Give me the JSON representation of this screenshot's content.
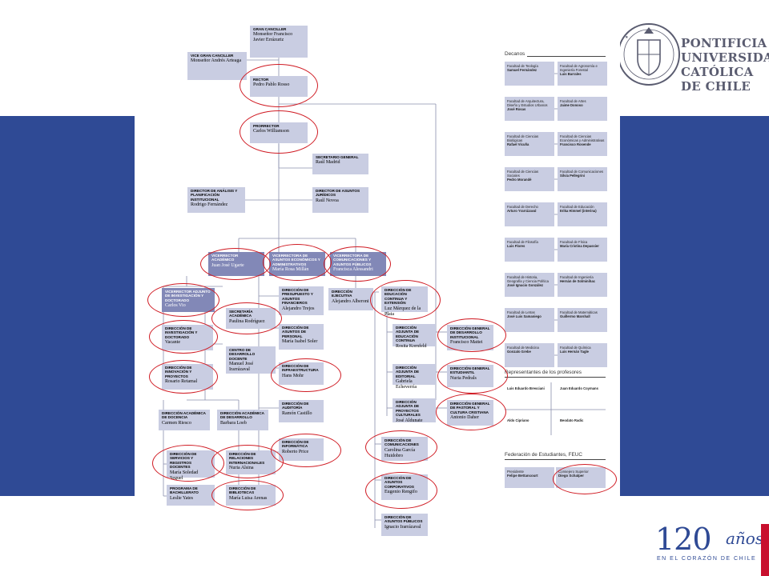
{
  "brand": {
    "line1": "PONTIFICIA",
    "line2": "UNIVERSIDAD",
    "line3": "CATÓLICA",
    "line4": "DE CHILE",
    "anniv_number": "120",
    "anniv_word": "años",
    "anniv_tagline": "EN EL CORAZÓN DE CHILE",
    "colors": {
      "band": "#2f4a95",
      "box": "#c9cde2",
      "dark_box": "#8288b7",
      "highlight": "#d01c24"
    }
  },
  "org": {
    "gran_canciller": {
      "title": "GRAN CANCILLER",
      "name": "Monseñor Francisco Javier Errázuriz"
    },
    "vice_gran_canciller": {
      "title": "VICE GRAN CANCILLER",
      "name": "Monseñor Andrés Arteaga"
    },
    "rector": {
      "title": "RECTOR",
      "name": "Pedro Pablo Rosso"
    },
    "prorrector": {
      "title": "PRORRECTOR",
      "name": "Carlos Williamson"
    },
    "secretario_general": {
      "title": "SECRETARIO GENERAL",
      "name": "Raúl Madrid"
    },
    "director_analisis": {
      "title": "DIRECTOR DE ANÁLISIS Y PLANIFICACIÓN INSTITUCIONAL",
      "name": "Rodrigo Fernández"
    },
    "director_asuntos_juridicos": {
      "title": "DIRECTOR DE ASUNTOS JURÍDICOS",
      "name": "Raúl Novoa"
    },
    "vr_academico": {
      "title": "VICERRECTOR ACADÉMICO",
      "name": "Juan José Ugarte"
    },
    "vr_economicos": {
      "title": "VICERRECTORA DE ASUNTOS ECONÓMICOS Y ADMINISTRATIVOS",
      "name": "María Rosa Millán"
    },
    "vr_comunicaciones": {
      "title": "VICERRECTORA DE COMUNICACIONES Y ASUNTOS PÚBLICOS",
      "name": "Francisca Alessandri"
    },
    "vr_adjunto_investigacion": {
      "title": "VICERRECTOR ADJUNTO DE INVESTIGACIÓN Y DOCTORADO",
      "name": "Carlos Vio"
    },
    "dir_investigacion": {
      "title": "DIRECCIÓN DE INVESTIGACIÓN Y DOCTORADO",
      "name": "Vacante"
    },
    "dir_innovacion": {
      "title": "DIRECCIÓN DE INNOVACIÓN Y PROYECTOS",
      "name": "Rosario Retamal"
    },
    "secretaria_academica": {
      "title": "SECRETARÍA ACADÉMICA",
      "name": "Paulina Rodríguez"
    },
    "centro_docente": {
      "title": "CENTRO DE DESARROLLO DOCENTE",
      "name": "Manuel José Irarrázaval"
    },
    "dir_academica_docencia": {
      "title": "DIRECCIÓN ACADÉMICA DE DOCENCIA",
      "name": "Carmen Riesco"
    },
    "dir_academica_desarrollo": {
      "title": "DIRECCIÓN ACADÉMICA DE DESARROLLO",
      "name": "Barbara Loeb"
    },
    "dir_servicios_docentes": {
      "title": "DIRECCIÓN DE SERVICIOS Y REGISTROS DOCENTES",
      "name": "María Soledad Seguel"
    },
    "dir_relaciones_internacionales": {
      "title": "DIRECCIÓN DE RELACIONES INTERNACIONALES",
      "name": "Nuria Alsina"
    },
    "programa_bachillerato": {
      "title": "PROGRAMA DE BACHILLERATO",
      "name": "Leslie Yates"
    },
    "dir_bibliotecas": {
      "title": "DIRECCIÓN DE BIBLIOTECAS",
      "name": "María Luisa Arenas"
    },
    "dir_presupuesto": {
      "title": "DIRECCIÓN DE PRESUPUESTO Y ASUNTOS FINANCIEROS",
      "name": "Alejandro Trejos"
    },
    "dir_personal": {
      "title": "DIRECCIÓN DE ASUNTOS DE PERSONAL",
      "name": "María Isabel Soler"
    },
    "dir_infraestructura": {
      "title": "DIRECCIÓN DE INFRAESTRUCTURA",
      "name": "Hans Mohr"
    },
    "dir_auditoria": {
      "title": "DIRECCIÓN DE AUDITORÍA",
      "name": "Ramón Castillo"
    },
    "dir_informatica": {
      "title": "DIRECCIÓN DE INFORMÁTICA",
      "name": "Roberto Price"
    },
    "dir_ejecutiva": {
      "title": "DIRECCIÓN EJECUTIVA",
      "name": "Alejandro Alberoni"
    },
    "dir_educacion_continua": {
      "title": "DIRECCIÓN DE EDUCACIÓN CONTINUA Y EXTENSIÓN",
      "name": "Luz Márquez de la Plata"
    },
    "dir_adj_educacion_continua": {
      "title": "DIRECCIÓN ADJUNTA DE EDUCACIÓN CONTINUA",
      "name": "Rosita Kornfeld"
    },
    "dir_adj_editorial": {
      "title": "DIRECCIÓN ADJUNTA DE EDITORIAL",
      "name": "Gabriela Echeverría"
    },
    "dir_adj_proyectos_culturales": {
      "title": "DIRECCIÓN ADJUNTA DE PROYECTOS CULTURALES",
      "name": "José Aldunate"
    },
    "dir_comunicaciones": {
      "title": "DIRECCIÓN DE COMUNICACIONES",
      "name": "Carolina García Huidobro"
    },
    "dir_asuntos_corporativos": {
      "title": "DIRECCIÓN DE ASUNTOS CORPORATIVOS",
      "name": "Eugenio Rengifo"
    },
    "dir_asuntos_publicos": {
      "title": "DIRECCIÓN DE ASUNTOS PÚBLICOS",
      "name": "Ignacio Irarrázaval"
    },
    "dir_desarrollo_institucional": {
      "title": "DIRECCIÓN GENERAL DE DESARROLLO INSTITUCIONAL",
      "name": "Francisco Mattei"
    },
    "dir_estudiantil": {
      "title": "DIRECCIÓN GENERAL ESTUDIANTIL",
      "name": "Nuria Pedrals"
    },
    "dir_pastoral": {
      "title": "DIRECCIÓN GENERAL DE PASTORAL Y CULTURA CRISTIANA",
      "name": "Antonio Daher"
    }
  },
  "decanos": {
    "title": "Decanos",
    "items": [
      {
        "faculty": "Facultad de Teología",
        "dean": "Samuel Fernández"
      },
      {
        "faculty": "Facultad de Agronomía e Ingeniería Forestal",
        "dean": "Luis Barrales"
      },
      {
        "faculty": "Facultad de Arquitectura, Diseño y Estudios Urbanos",
        "dean": "José Rosas"
      },
      {
        "faculty": "Facultad de Artes",
        "dean": "Jaime Donoso"
      },
      {
        "faculty": "Facultad de Ciencias Biológicas",
        "dean": "Rafael Vicuña"
      },
      {
        "faculty": "Facultad de Ciencias Económicas y Administrativas",
        "dean": "Francisco Rosende"
      },
      {
        "faculty": "Facultad de Ciencias Sociales",
        "dean": "Pedro Morandé"
      },
      {
        "faculty": "Facultad de Comunicaciones",
        "dean": "Silvia Pellegrini"
      },
      {
        "faculty": "Facultad de Derecho",
        "dean": "Arturo Yrarrázaval"
      },
      {
        "faculty": "Facultad de Educación",
        "dean": "Erika Himmel (interina)"
      },
      {
        "faculty": "Facultad de Filosofía",
        "dean": "Luis Flores"
      },
      {
        "faculty": "Facultad de Física",
        "dean": "María Cristina Depassier"
      },
      {
        "faculty": "Facultad de Historia, Geografía y Ciencia Política",
        "dean": "José Ignacio González"
      },
      {
        "faculty": "Facultad de Ingeniería",
        "dean": "Hernán de Solminihac"
      },
      {
        "faculty": "Facultad de Letras",
        "dean": "José Luis Samaniego"
      },
      {
        "faculty": "Facultad de Matemáticas",
        "dean": "Guillermo Marshall"
      },
      {
        "faculty": "Facultad de Medicina",
        "dean": "Gonzalo Grebe"
      },
      {
        "faculty": "Facultad de Química",
        "dean": "Luis Hernán Tagle"
      }
    ]
  },
  "profesores": {
    "title": "Representantes de los profesores",
    "items": [
      "Luis Eduardo Bresciani",
      "Juan Eduardo Coymans",
      "Aldo Cipriano",
      "Beodato Radic"
    ]
  },
  "feuc": {
    "title": "Federación de Estudiantes, FEUC",
    "presidente_label": "Presidente",
    "presidente": "Felipe Bettancourt",
    "consejero_label": "Consejero Superior",
    "consejero": "Diego Schalper"
  }
}
